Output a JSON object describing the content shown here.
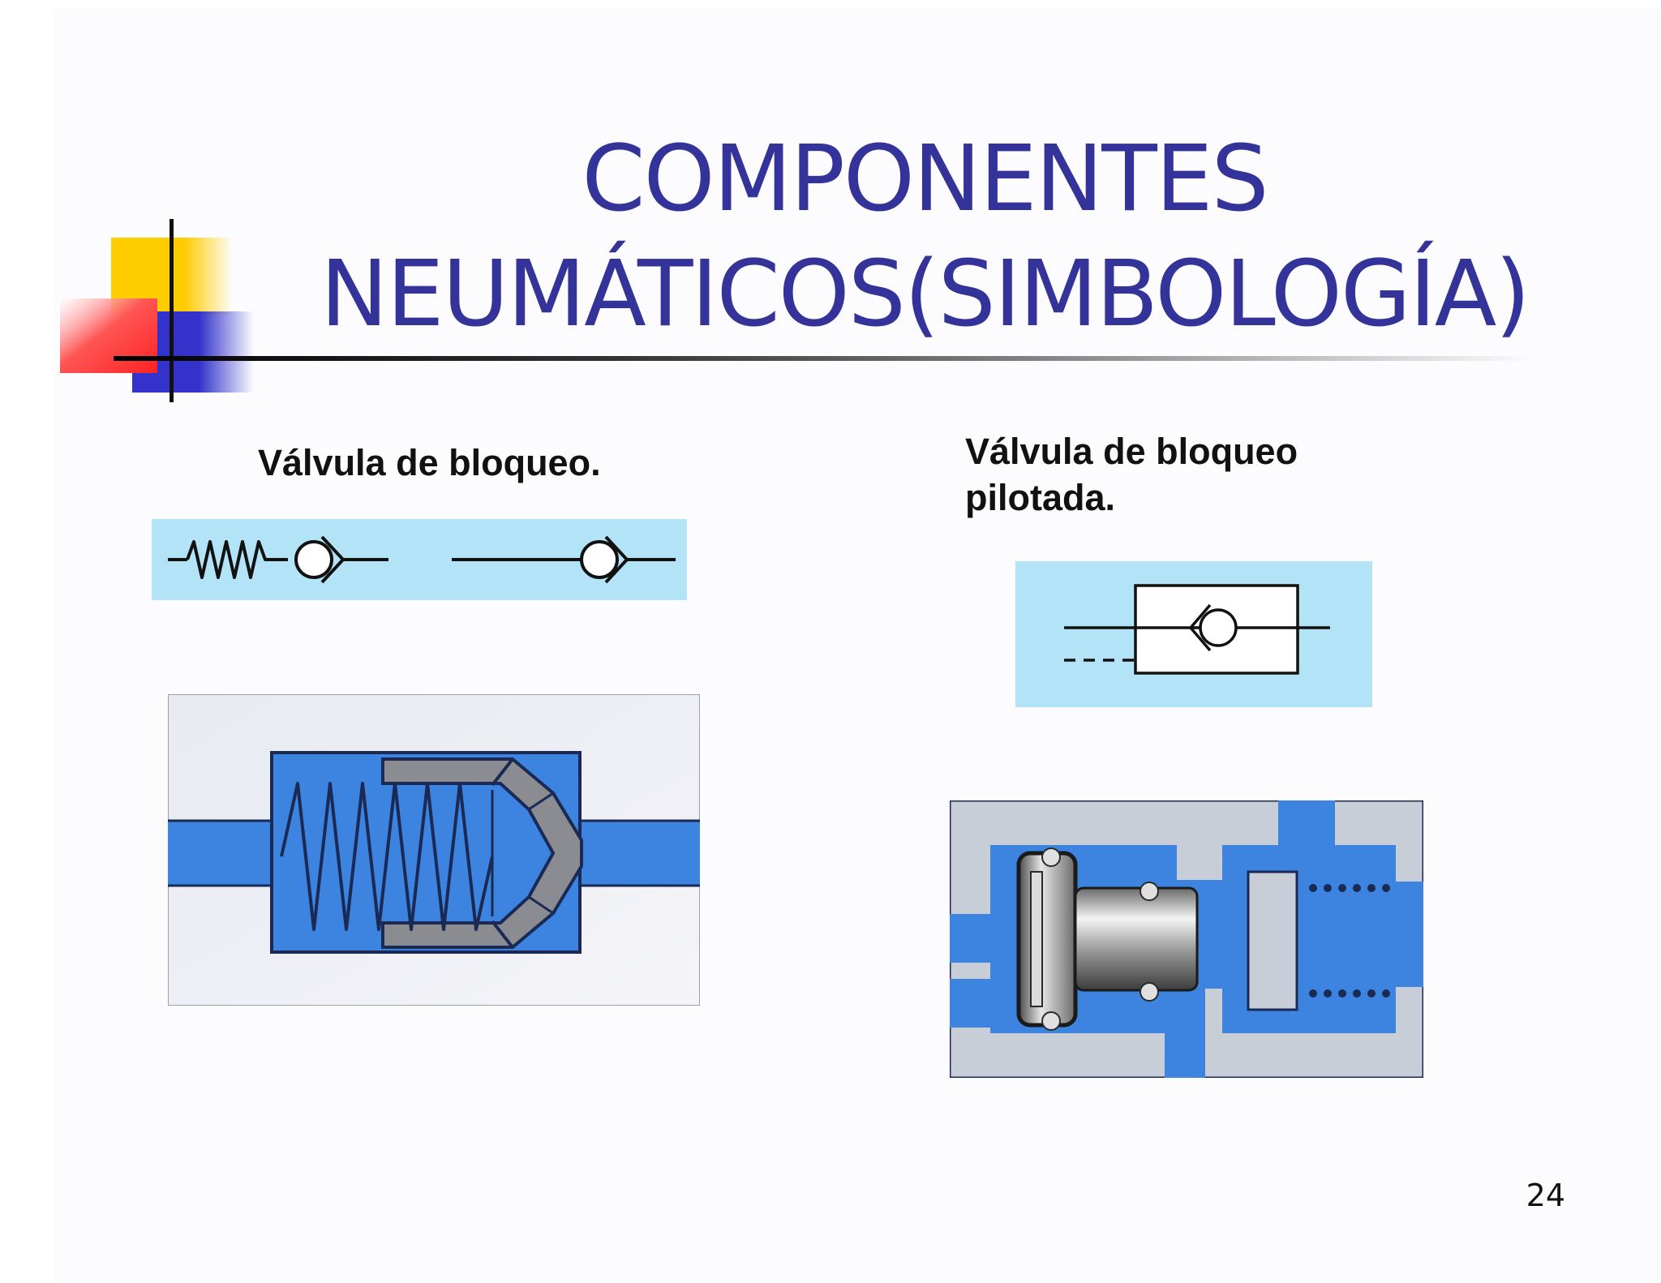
{
  "slide": {
    "title_line1": "COMPONENTES",
    "title_line2": "NEUMÁTICOS(SIMBOLOGÍA)",
    "page_number": "24"
  },
  "left": {
    "heading": "Válvula de bloqueo."
  },
  "right": {
    "heading_line1": "Válvula de bloqueo",
    "heading_line2": "pilotada."
  },
  "colors": {
    "title": "#333399",
    "symbol_panel": "#b3e3f6",
    "valve_blue": "#3c84e0",
    "valve_gray": "#8a8c92",
    "deco_yellow": "#ffcc00",
    "deco_red": "#ff3333",
    "deco_blue": "#3333cc"
  }
}
